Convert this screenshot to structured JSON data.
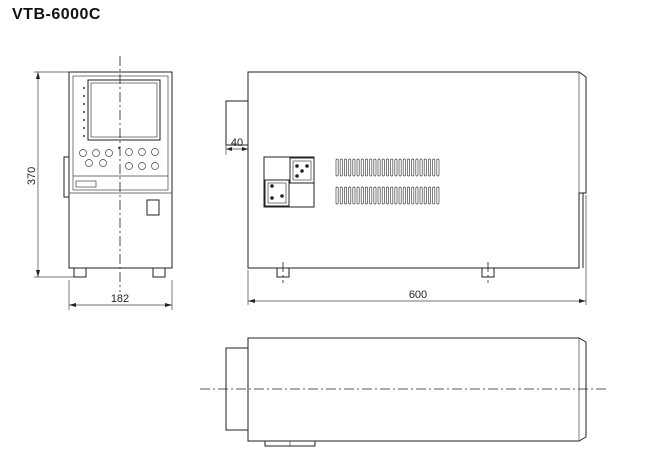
{
  "title": "VTB-6000C",
  "dimensions": {
    "height": "370",
    "width": "182",
    "length": "600",
    "depth_offset": "40"
  }
}
